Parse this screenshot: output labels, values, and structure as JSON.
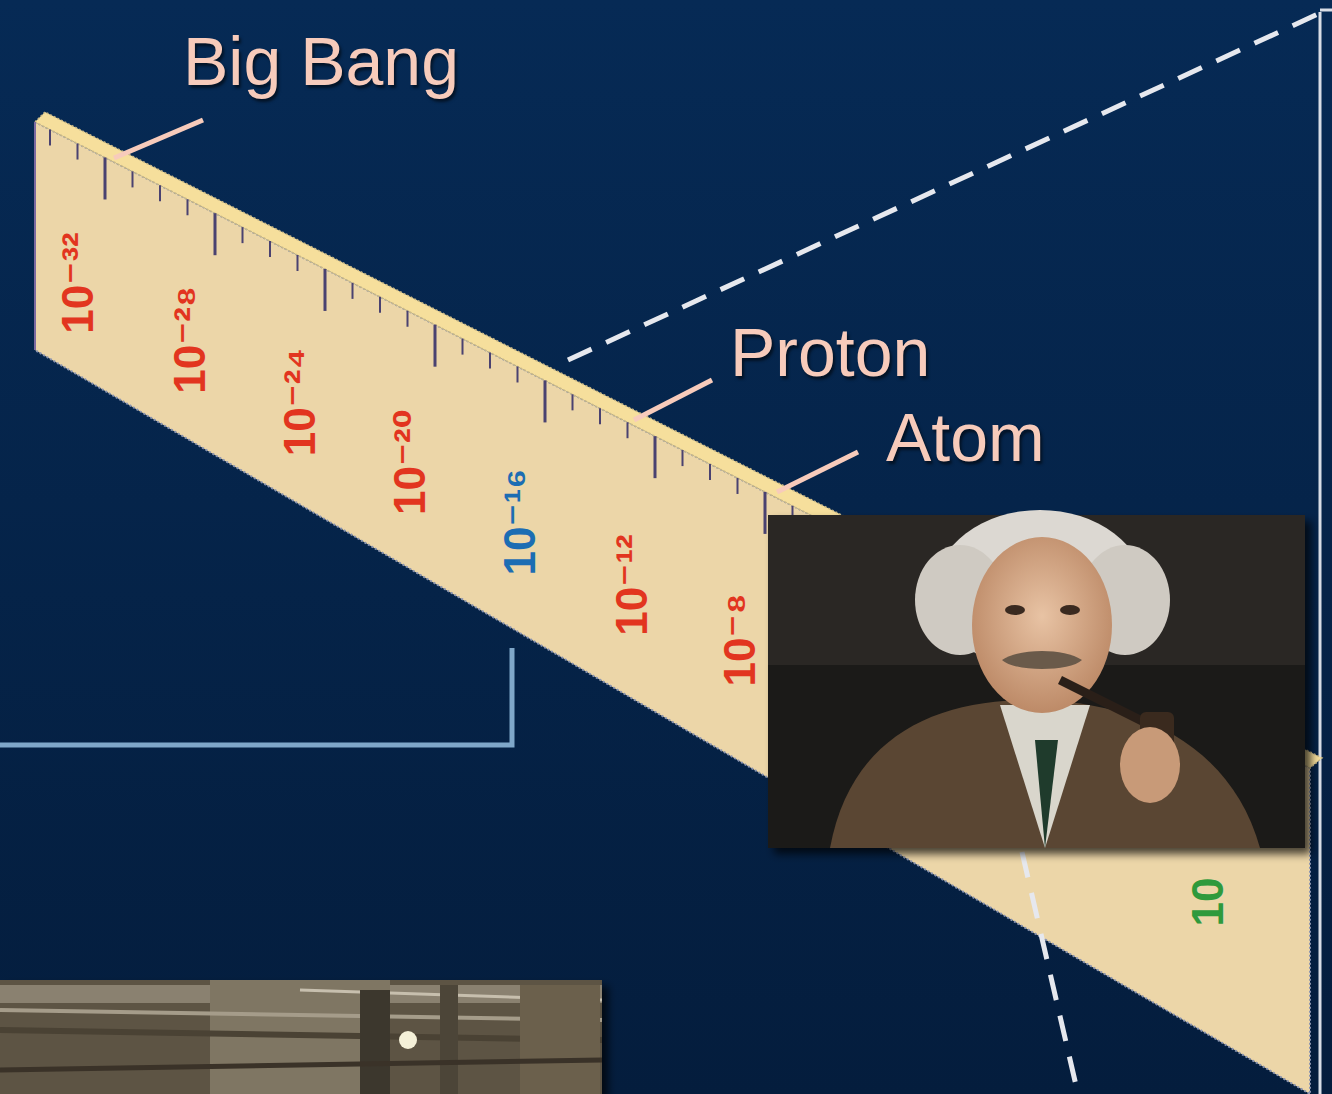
{
  "diagram": {
    "labels": [
      "Big Bang",
      "Proton",
      "Atom",
      "10⁻³²",
      "10⁻²⁸",
      "10⁻²⁴",
      "10⁻²⁰",
      "10⁻¹⁶",
      "10⁻¹²",
      "10⁻⁸",
      "10"
    ]
  }
}
